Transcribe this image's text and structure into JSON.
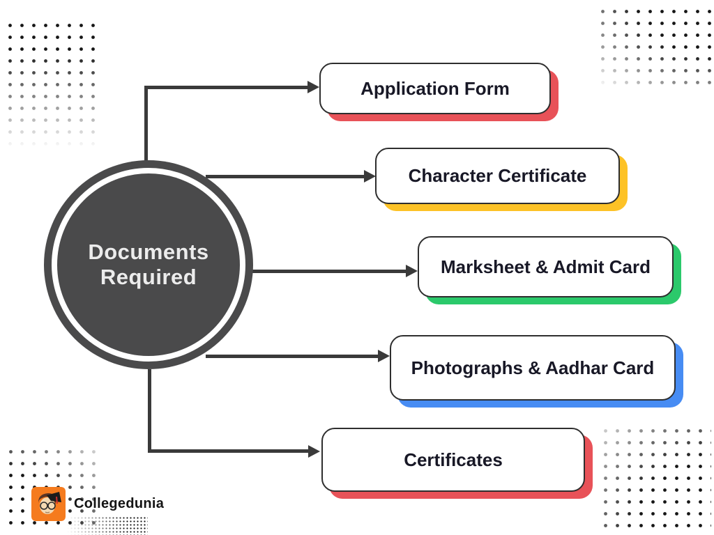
{
  "central": {
    "title_line1": "Documents",
    "title_line2": "Required",
    "fill_color": "#4a4a4b",
    "ring_color": "#ffffff",
    "text_color": "#ececec"
  },
  "items": [
    {
      "label": "Application Form",
      "shadow_color": "#e85258"
    },
    {
      "label": "Character Certificate",
      "shadow_color": "#fdc226"
    },
    {
      "label": "Marksheet & Admit Card",
      "shadow_color": "#2bc96b"
    },
    {
      "label": "Photographs & Aadhar Card",
      "shadow_color": "#478cf3"
    },
    {
      "label": "Certificates",
      "shadow_color": "#e85258"
    }
  ],
  "connector_color": "#3a3a3a",
  "footer": {
    "brand": "Collegedunia",
    "logo_color": "#f57b1e"
  }
}
